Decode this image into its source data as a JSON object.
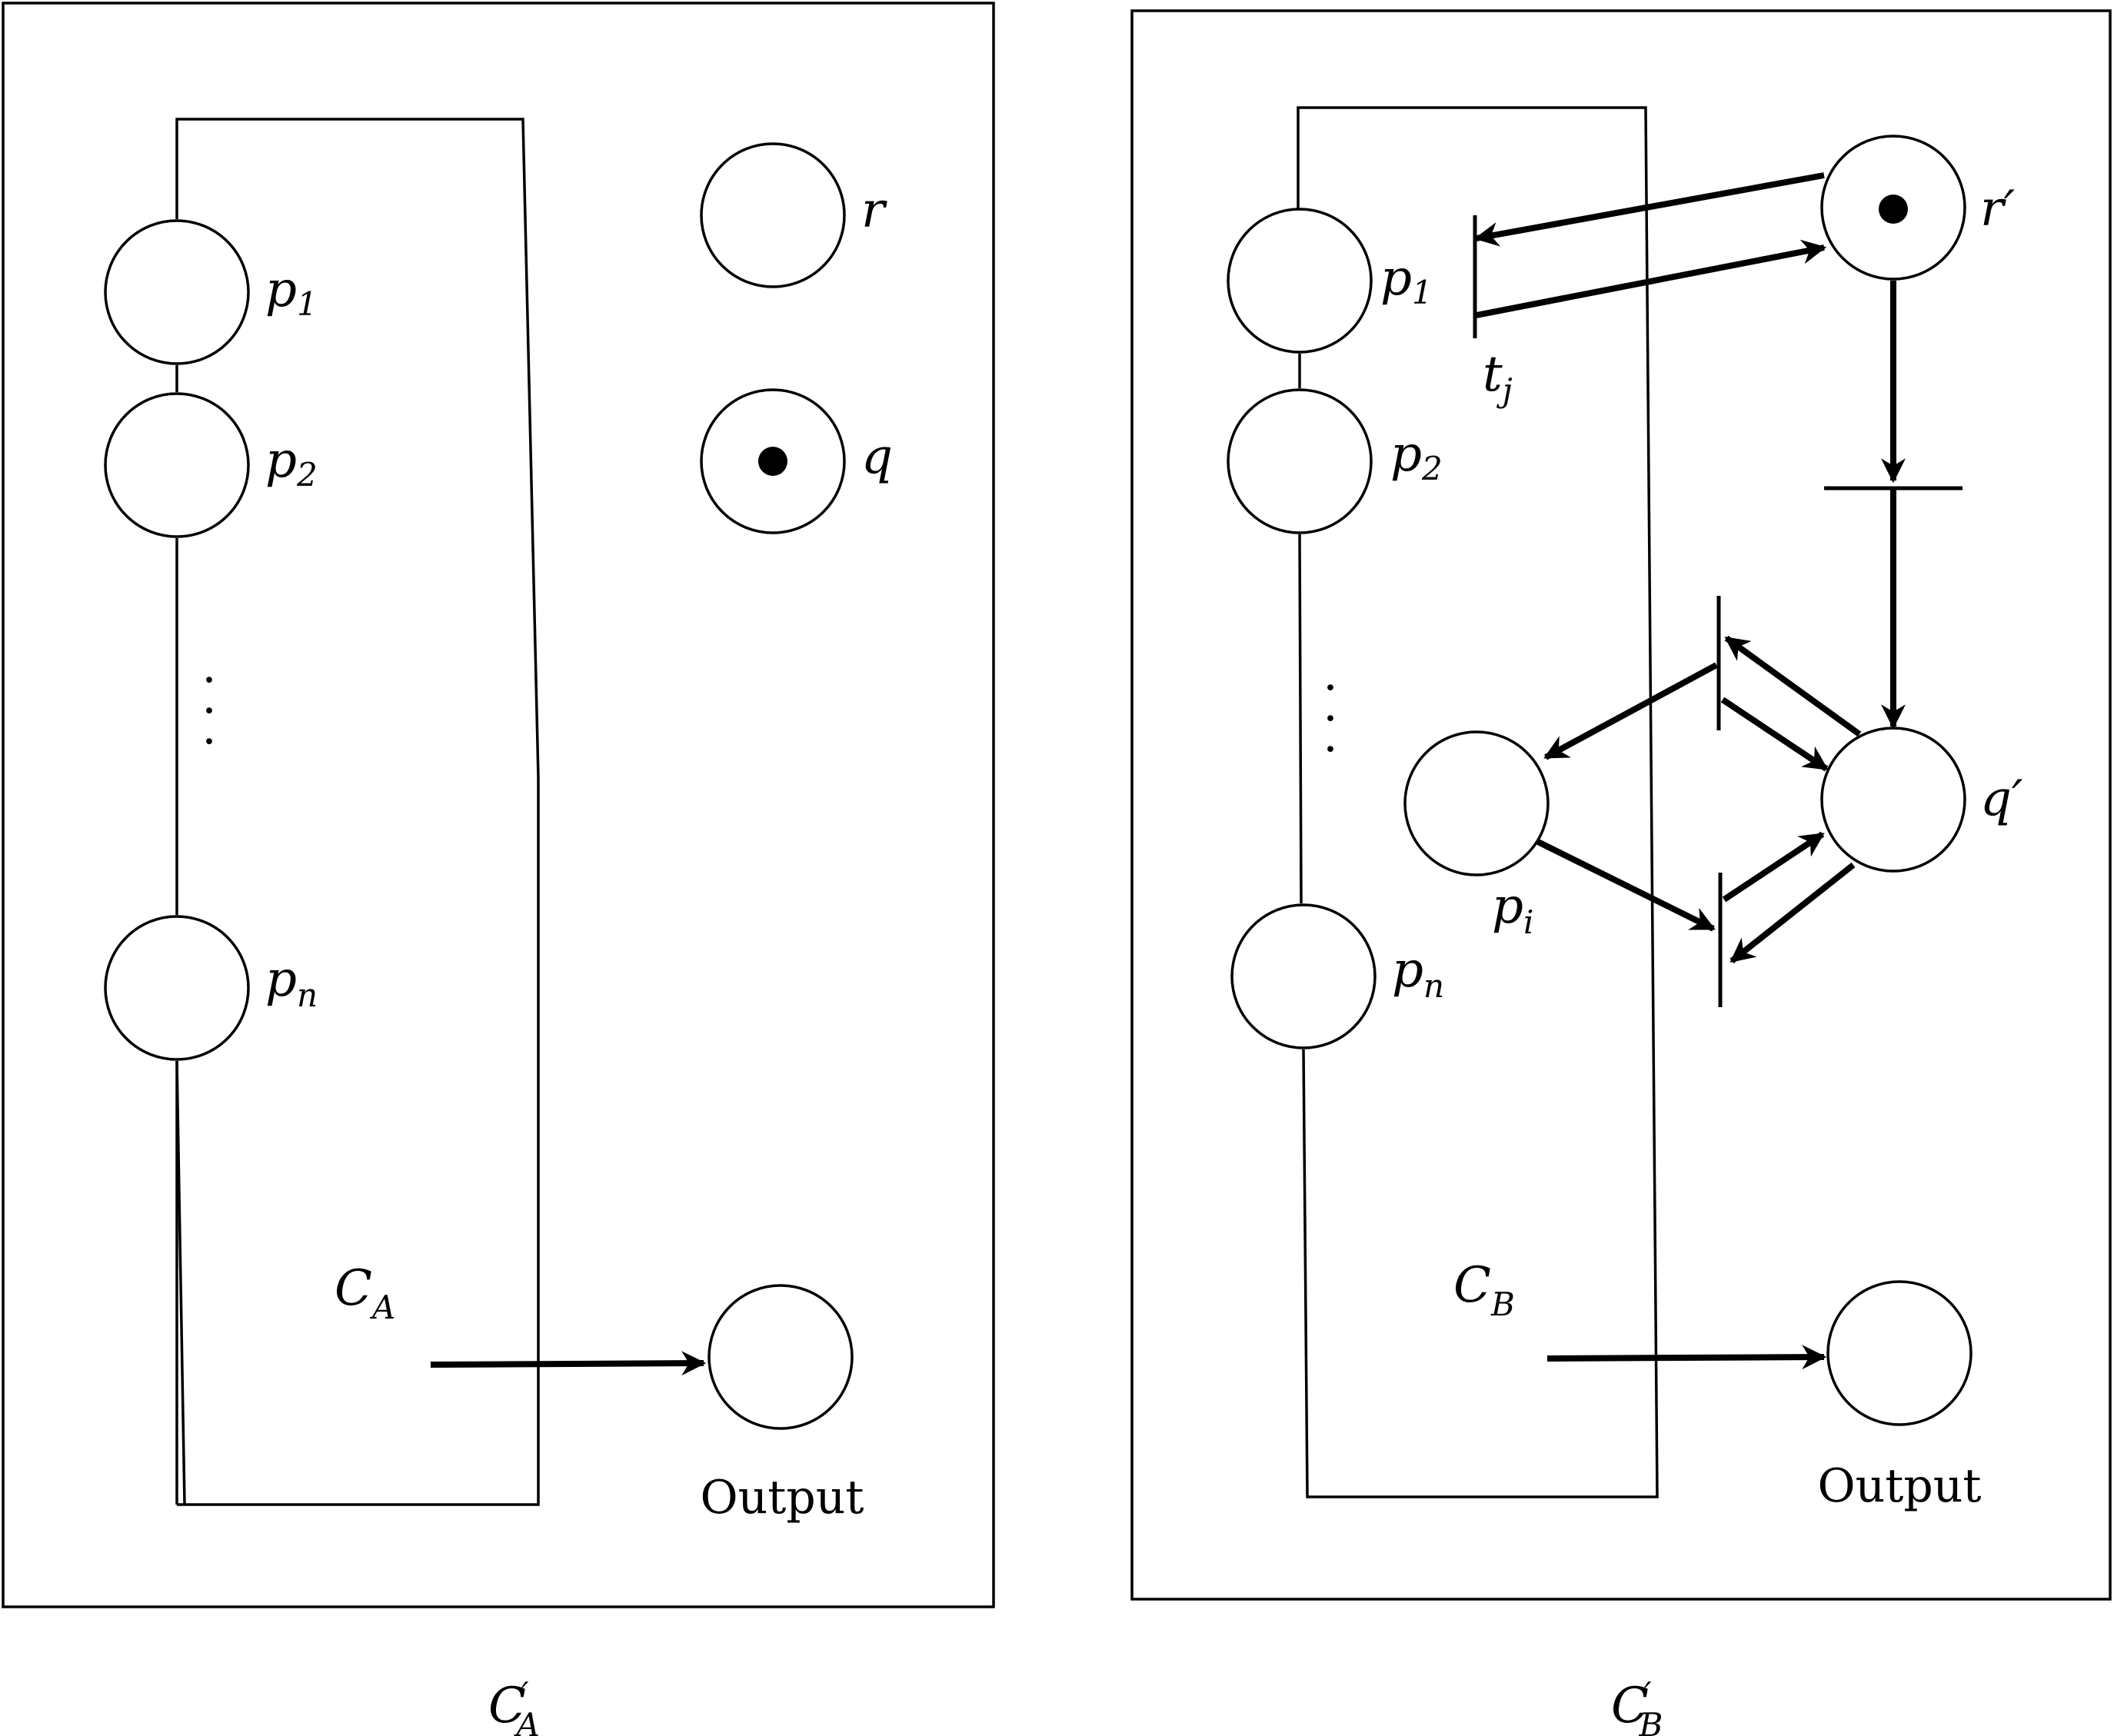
{
  "left_panel": {
    "inner_box_label": "C",
    "inner_box_label_sub": "A",
    "places": {
      "p1": {
        "name": "p",
        "sub": "1"
      },
      "p2": {
        "name": "p",
        "sub": "2"
      },
      "pn": {
        "name": "p",
        "sub": "n"
      },
      "r": {
        "name": "r"
      },
      "q": {
        "name": "q",
        "tokens": 1
      },
      "output": {
        "name": "Output"
      }
    },
    "caption": "C",
    "caption_prime": "′",
    "caption_sub": "A"
  },
  "right_panel": {
    "inner_box_label": "C",
    "inner_box_label_sub": "B",
    "places": {
      "p1": {
        "name": "p",
        "sub": "1"
      },
      "p2": {
        "name": "p",
        "sub": "2"
      },
      "pn": {
        "name": "p",
        "sub": "n"
      },
      "pi": {
        "name": "p",
        "sub": "i"
      },
      "r_prime": {
        "name": "r′",
        "tokens": 1
      },
      "q_prime": {
        "name": "q′"
      },
      "output": {
        "name": "Output"
      }
    },
    "transitions": {
      "tj": {
        "name": "t",
        "sub": "j"
      }
    },
    "caption": "C",
    "caption_prime": "′",
    "caption_sub": "B"
  },
  "ellipsis": "·"
}
